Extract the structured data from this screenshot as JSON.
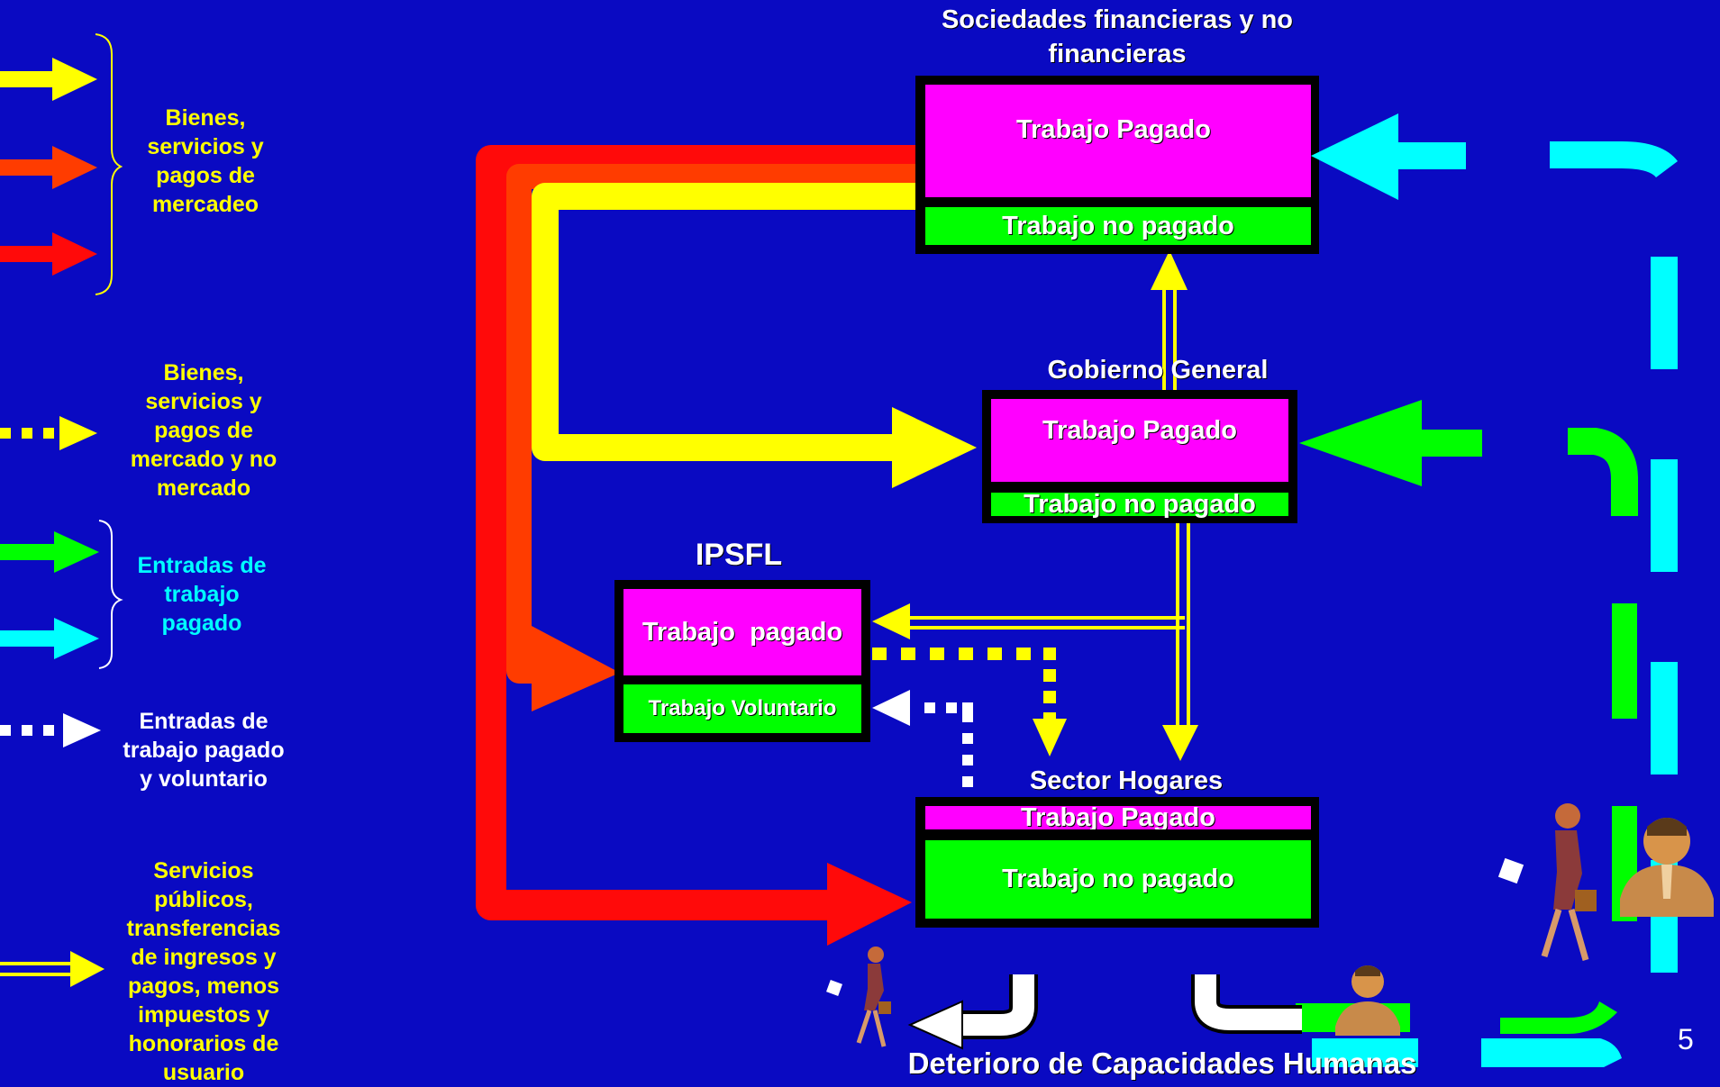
{
  "legend": {
    "market_goods": "Bienes, servicios y pagos de mercadeo",
    "market_nonmarket": "Bienes, servicios y pagos de mercado y no mercado",
    "paid_labor_inputs": "Entradas de trabajo pagado",
    "paid_voluntary_inputs": "Entradas de trabajo pagado y voluntario",
    "public_services": "Servicios públicos, transferencias de ingresos y pagos, menos impuestos y honorarios de usuario"
  },
  "sectors": {
    "corporations": {
      "title": "Sociedades financieras y no financieras",
      "paid": "Trabajo Pagado",
      "unpaid": "Trabajo no pagado"
    },
    "government": {
      "title": "Gobierno General",
      "paid": "Trabajo Pagado",
      "unpaid": "Trabajo no pagado"
    },
    "npish": {
      "title": "IPSFL",
      "paid": "Trabajo  pagado",
      "voluntary": "Trabajo Voluntario"
    },
    "households": {
      "title": "Sector Hogares",
      "paid": "Trabajo Pagado",
      "unpaid": "Trabajo no pagado"
    }
  },
  "footer": {
    "caption": "Deterioro de Capacidades Humanas",
    "page_number": "5"
  },
  "colors": {
    "background": "#0a0ac2",
    "yellow": "#ffff00",
    "orange": "#ff3c00",
    "red": "#ff0a0a",
    "green": "#00ff00",
    "cyan": "#00ffff",
    "magenta": "#ff00ff",
    "white": "#ffffff"
  },
  "icons": [
    "walking-woman-figure",
    "businessman-figure"
  ]
}
